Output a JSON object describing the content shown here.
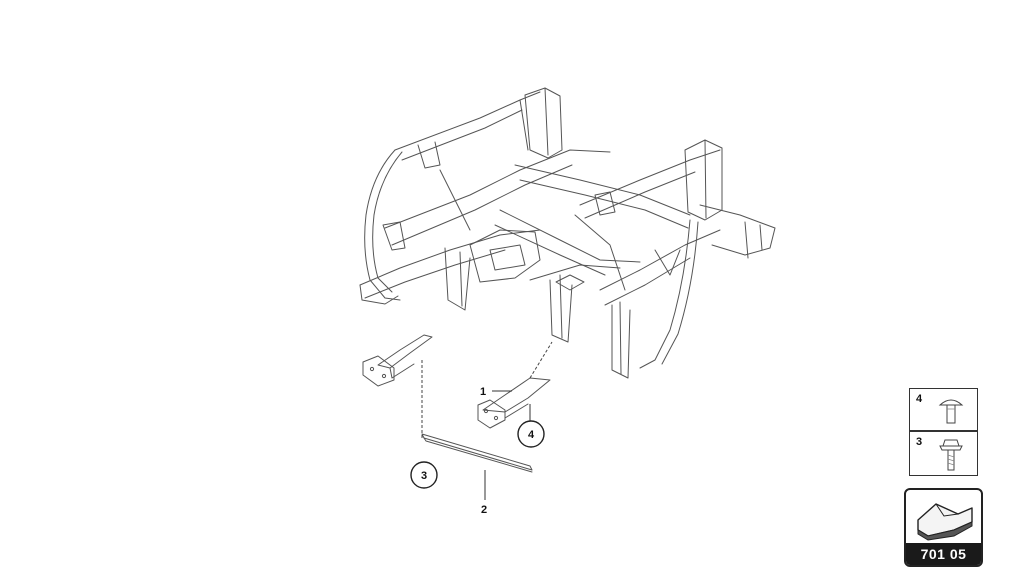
{
  "callouts": {
    "part_1": "1",
    "part_2": "2",
    "part_3": "3",
    "part_4": "4"
  },
  "legend": [
    {
      "number": "4",
      "icon": "rivet-icon"
    },
    {
      "number": "3",
      "icon": "flange-bolt-icon"
    }
  ],
  "page_badge": {
    "code": "701 05",
    "icon": "arrow-continuation-icon"
  },
  "colors": {
    "line": "#333333",
    "badge_bg": "#1a1a1a"
  }
}
